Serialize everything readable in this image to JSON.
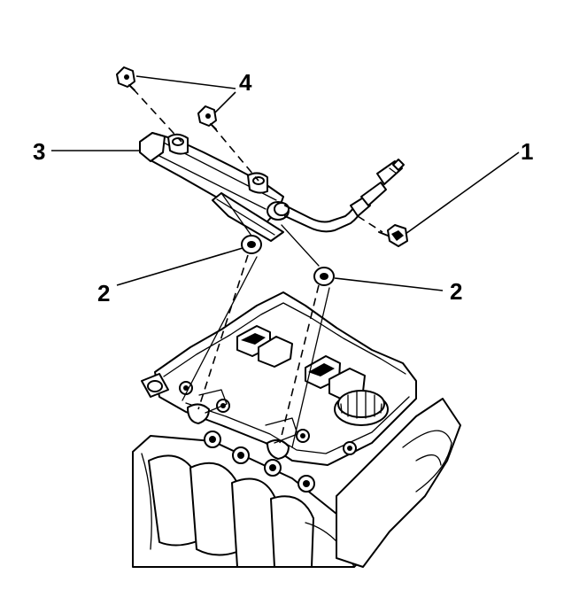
{
  "callouts": [
    {
      "id": "1",
      "label": "1"
    },
    {
      "id": "2a",
      "label": "2"
    },
    {
      "id": "2b",
      "label": "2"
    },
    {
      "id": "3",
      "label": "3"
    },
    {
      "id": "4",
      "label": "4"
    }
  ],
  "colors": {
    "line": "#000000",
    "background": "#ffffff"
  }
}
